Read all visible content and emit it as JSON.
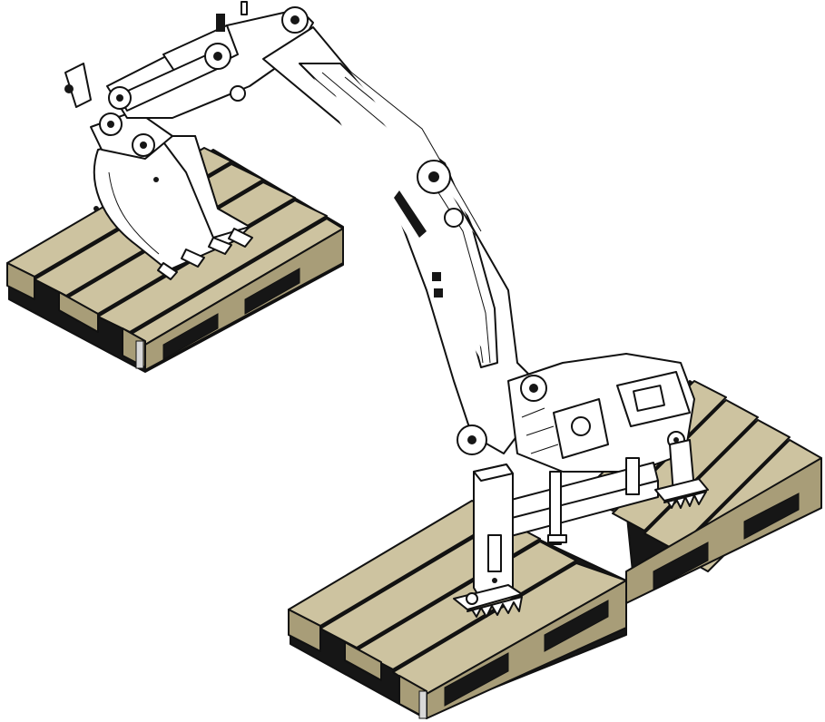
{
  "colors": {
    "background": "#ffffff",
    "wood_top": "#cdc3a0",
    "wood_side": "#a89d78",
    "wood_shadow": "#161616",
    "steel": "#ffffff",
    "line": "#111111"
  },
  "icons": [
    "pallet",
    "excavator-bucket",
    "excavator-boom",
    "excavator-dipper-arm",
    "mounting-frame",
    "hydraulic-hose"
  ],
  "scene": {
    "pallet_count": 3
  }
}
